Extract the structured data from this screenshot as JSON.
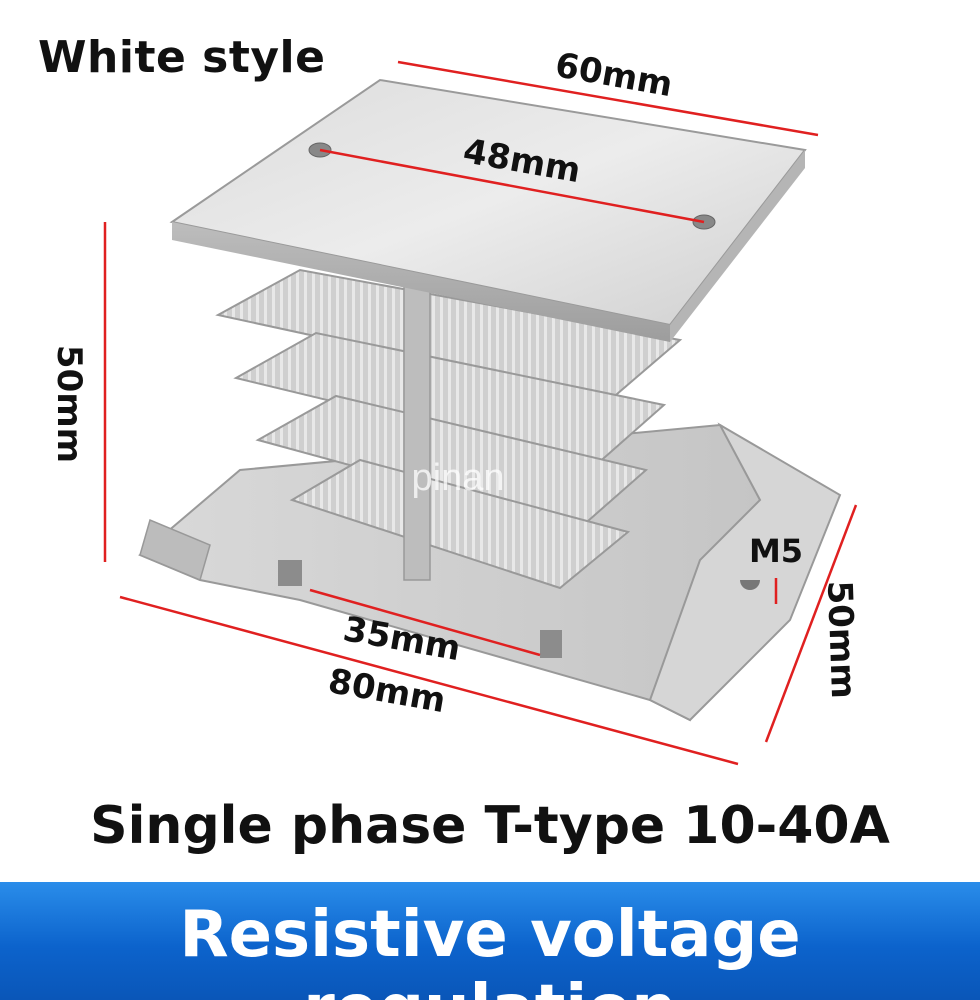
{
  "header": {
    "style_label": "White style"
  },
  "dimensions": {
    "top_width": "60mm",
    "hole_spacing": "48mm",
    "height": "50mm",
    "depth": "50mm",
    "slot_spacing": "35mm",
    "base_length": "80mm",
    "screw_size": "M5"
  },
  "watermark": "pinan",
  "subtitle": "Single phase T-type 10-40A",
  "banner": {
    "text": "Resistive voltage regulation"
  },
  "colors": {
    "dimension_line": "#e02020",
    "banner_top": "#2a8dea",
    "banner_bottom": "#0a56b8",
    "metal_light": "#e4e4e4",
    "metal_dark": "#a9a9a9"
  }
}
